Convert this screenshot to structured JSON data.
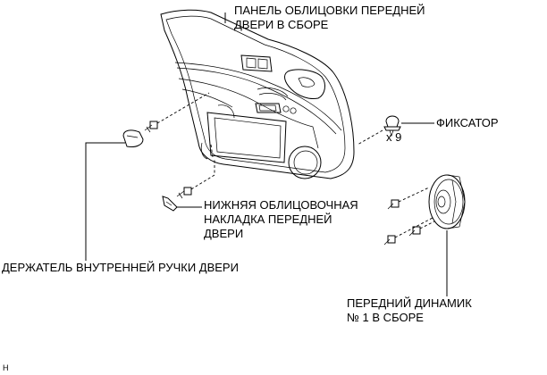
{
  "labels": {
    "panel_line1": "ПАНЕЛЬ ОБЛИЦОВКИ ПЕРЕДНЕЙ",
    "panel_line2": "ДВЕРИ В СБОРЕ",
    "clip": "ФИКСАТОР",
    "qty": "x 9",
    "lower_line1": "НИЖНЯЯ ОБЛИЦОВОЧНАЯ",
    "lower_line2": "НАКЛАДКА ПЕРЕДНЕЙ",
    "lower_line3": "ДВЕРИ",
    "holder": "ДЕРЖАТЕЛЬ ВНУТРЕННЕЙ РУЧКИ ДВЕРИ",
    "speaker_line1": "ПЕРЕДНИЙ ДИНАМИК",
    "speaker_line2": "№ 1 В СБОРЕ",
    "corner": "H"
  },
  "icons": [
    "door-trim-panel-icon",
    "clip-icon",
    "inner-handle-holder-icon",
    "lower-trim-cover-icon",
    "speaker-icon",
    "screw-icon"
  ]
}
